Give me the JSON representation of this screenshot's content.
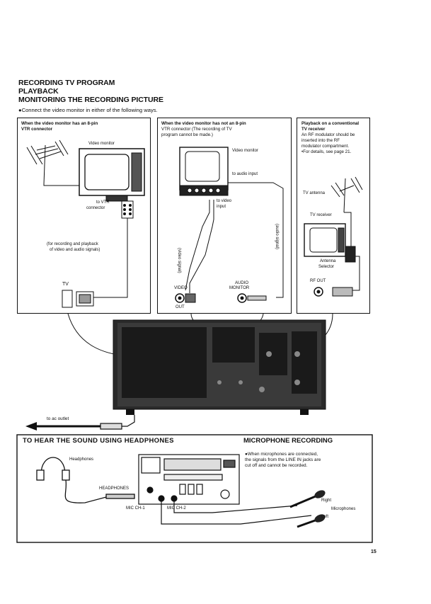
{
  "headings": [
    "RECORDING TV PROGRAM",
    "PLAYBACK",
    "MONITORING THE RECORDING PICTURE"
  ],
  "intro": "●Connect the video monitor in either of the following ways.",
  "panel_left": {
    "title_line1": "When the video monitor has an 8-pin",
    "title_line2": "VTR connector",
    "video_monitor": "Video monitor",
    "to_vtr_1": "to VTR",
    "to_vtr_2": "connector",
    "note_1": "(for recording and playback",
    "note_2": "of video and audio signals)",
    "tv": "TV"
  },
  "panel_middle": {
    "title_line1": "When the video monitor has not an 8-pin",
    "title_line2": "VTR connector (The recording of TV",
    "title_line3": "program cannot be made.)",
    "video_monitor": "Video monitor",
    "to_audio_input": "to audio input",
    "to_video_1": "to video",
    "to_video_2": "input",
    "video_signal": "(video signal)",
    "audio_signal": "(audio signal)",
    "video": "VIDEO",
    "out": "OUT",
    "audio": "AUDIO",
    "monitor": "MONITOR"
  },
  "panel_right": {
    "title_line1": "Playback on a conventional",
    "title_line2": "TV receiver",
    "line3": "An RF modulator should be",
    "line4": "inserted into the RF",
    "line5": "modulator compartment.",
    "line6": "•For details, see page 21.",
    "tv_antenna": "TV antenna",
    "tv_receiver": "TV receiver",
    "antenna_1": "Antenna",
    "antenna_2": "Selector",
    "rf_out": "RF OUT"
  },
  "ac_outlet": "to ac outlet",
  "headphones_section": {
    "title": "TO HEAR THE SOUND USING HEADPHONES",
    "headphones": "Headphones",
    "headphones_jack": "HEADPHONES",
    "mic_ch1": "MIC CH-1",
    "mic_ch2": "MIC CH-2"
  },
  "microphone_section": {
    "title": "MICROPHONE RECORDING",
    "line1": "●When microphones are connected,",
    "line2": "the signals from the LINE IN jacks are",
    "line3": "cut off and cannot be recorded.",
    "right": "Right",
    "microphones": "Microphones",
    "left": "Left"
  },
  "page_number": "15"
}
